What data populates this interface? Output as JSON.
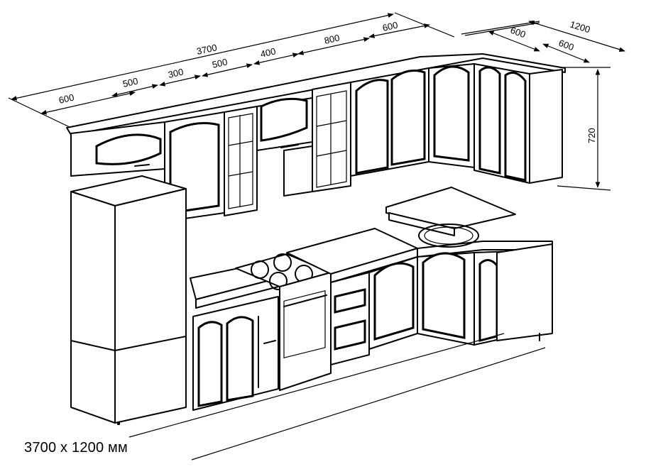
{
  "caption": "3700 x 1200 мм",
  "dimensions": {
    "total_length": "3700",
    "seg_600_left": "600",
    "seg_500_a": "500",
    "seg_300": "300",
    "seg_500_b": "500",
    "seg_400": "400",
    "seg_800": "800",
    "seg_600_right": "600",
    "side_total": "1200",
    "side_600_a": "600",
    "side_600_b": "600",
    "height": "720"
  }
}
